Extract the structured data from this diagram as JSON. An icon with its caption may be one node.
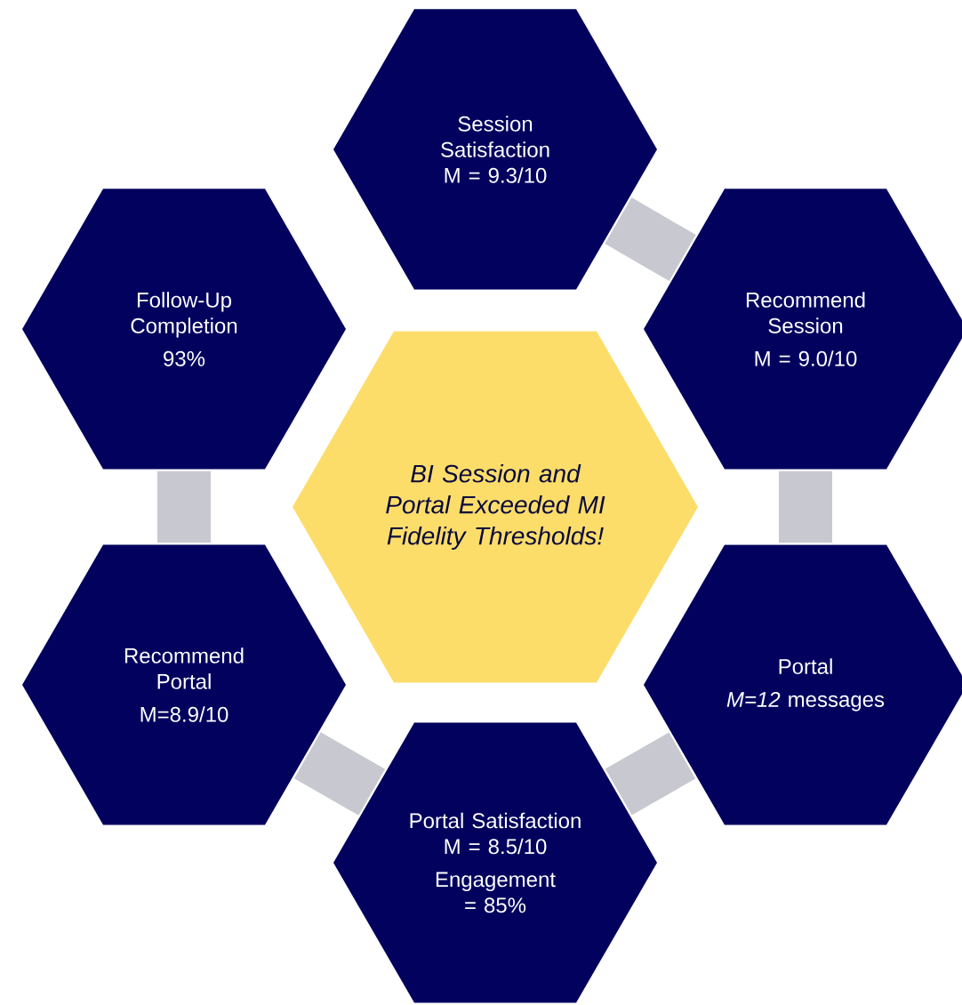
{
  "diagram": {
    "nodes": [
      {
        "text": [
          "Session Satisfaction M = 9.3/10"
        ]
      },
      {
        "text": [
          "Follow-Up Completion",
          "93%"
        ]
      },
      {
        "text": [
          "Recommend Session",
          "M = 9.0/10"
        ]
      },
      {
        "text": [
          "BI Session and Portal Exceeded MI Fidelity Thresholds!"
        ]
      },
      {
        "text": [
          "Recommend Portal",
          "M=8.9/10"
        ]
      },
      {
        "text": [
          "Portal",
          "*M=12* messages"
        ]
      },
      {
        "text": [
          "Portal Satisfaction M = 8.5/10",
          "Engagement = 85%"
        ]
      }
    ],
    "edges": [
      {
        "from": 0,
        "to": 2,
        "arrow": "none"
      },
      {
        "from": 2,
        "to": 5,
        "arrow": "none"
      },
      {
        "from": 5,
        "to": 6,
        "arrow": "none"
      },
      {
        "from": 6,
        "to": 4,
        "arrow": "none"
      },
      {
        "from": 4,
        "to": 1,
        "arrow": "none"
      }
    ]
  }
}
